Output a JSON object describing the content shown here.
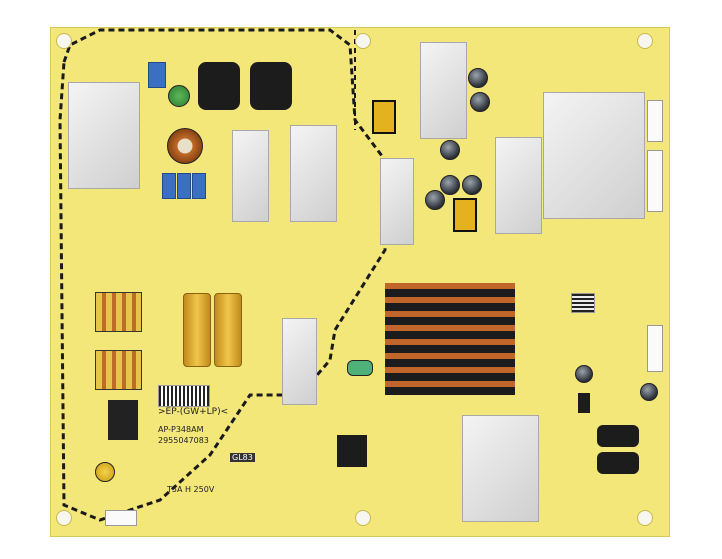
{
  "board": {
    "model_tag": ">EP-(GW+LP)<",
    "part_number": "AP-P348AM",
    "serial": "2955047083",
    "fuse_rating": "T5A H 250V",
    "silk_code": "GL83"
  },
  "colors": {
    "pcb": "#f3e77a",
    "heatsink": "#d9d9d9",
    "hazard_stripe": "#1a1a1a"
  }
}
